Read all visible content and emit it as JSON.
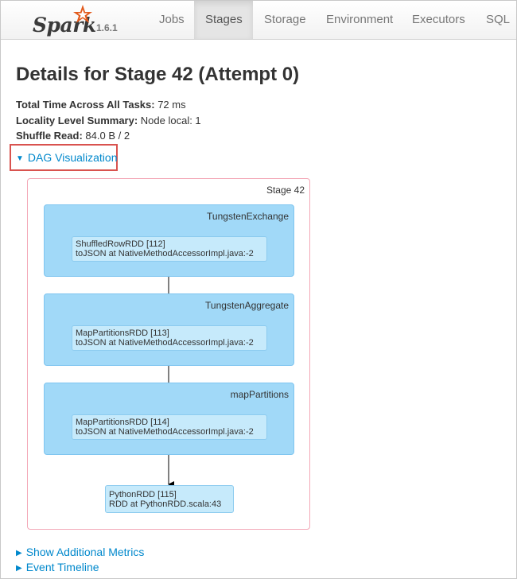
{
  "navbar": {
    "brand_word": "Spark",
    "version": "1.6.1",
    "tabs": [
      {
        "label": "Jobs",
        "active": false
      },
      {
        "label": "Stages",
        "active": true
      },
      {
        "label": "Storage",
        "active": false
      },
      {
        "label": "Environment",
        "active": false
      },
      {
        "label": "Executors",
        "active": false
      },
      {
        "label": "SQL",
        "active": false
      }
    ]
  },
  "page": {
    "title": "Details for Stage 42 (Attempt 0)",
    "summary": [
      {
        "label": "Total Time Across All Tasks:",
        "value": " 72 ms"
      },
      {
        "label": "Locality Level Summary:",
        "value": " Node local: 1"
      },
      {
        "label": "Shuffle Read:",
        "value": " 84.0 B / 2"
      }
    ],
    "dag_toggle": "DAG Visualization",
    "metrics_toggle": "Show Additional Metrics",
    "timeline_toggle": "Event Timeline"
  },
  "dag": {
    "stage_label": "Stage 42",
    "clusters": [
      {
        "label": "TungstenExchange",
        "node_line1": "ShuffledRowRDD [112]",
        "node_line2": "toJSON at NativeMethodAccessorImpl.java:-2"
      },
      {
        "label": "TungstenAggregate",
        "node_line1": "MapPartitionsRDD [113]",
        "node_line2": "toJSON at NativeMethodAccessorImpl.java:-2"
      },
      {
        "label": "mapPartitions",
        "node_line1": "MapPartitionsRDD [114]",
        "node_line2": "toJSON at NativeMethodAccessorImpl.java:-2"
      }
    ],
    "leaf": {
      "line1": "PythonRDD [115]",
      "line2": "RDD at PythonRDD.scala:43"
    }
  },
  "colors": {
    "link": "#0088cc",
    "cluster_fill": "#a1d9f8",
    "node_fill": "#c6eafb",
    "stage_border": "#f3a8b7",
    "highlight": "#d9534f"
  }
}
